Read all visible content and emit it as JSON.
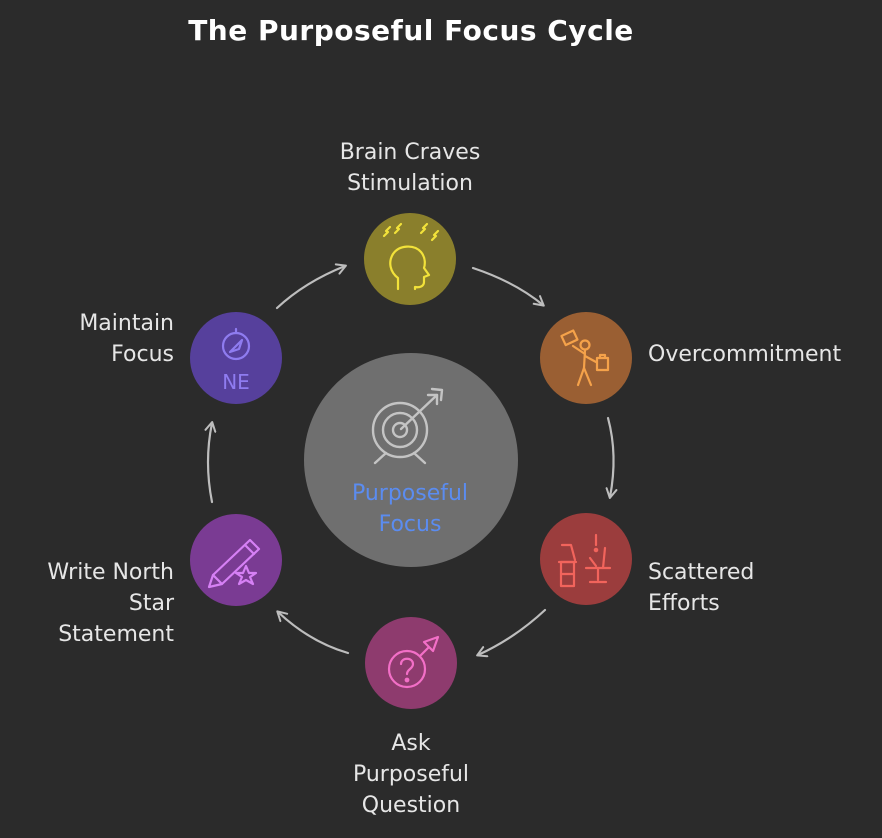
{
  "title": "The Purposeful Focus Cycle",
  "center": {
    "line1": "Purposeful",
    "line2": "Focus",
    "icon": "target-arrow-icon",
    "color": "#5b8cf0"
  },
  "steps": [
    {
      "lines": [
        "Brain Craves",
        "Stimulation"
      ],
      "icon": "head-lightning-icon",
      "fill": "#8a7f2c",
      "stroke": "#f2e23a"
    },
    {
      "lines": [
        "Overcommitment"
      ],
      "icon": "juggling-person-icon",
      "fill": "#9a5f33",
      "stroke": "#f5a24a"
    },
    {
      "lines": [
        "Scattered",
        "Efforts"
      ],
      "icon": "desk-chair-icon",
      "fill": "#9b3d3d",
      "stroke": "#f2645c"
    },
    {
      "lines": [
        "Ask",
        "Purposeful",
        "Question"
      ],
      "icon": "question-arrow-icon",
      "fill": "#8e3b6e",
      "stroke": "#f36fc7"
    },
    {
      "lines": [
        "Write North",
        "Star",
        "Statement"
      ],
      "icon": "pencil-star-icon",
      "fill": "#7a3b93",
      "stroke": "#d680f5"
    },
    {
      "lines": [
        "Maintain",
        "Focus"
      ],
      "icon": "compass-icon",
      "icon_text": "NE",
      "fill": "#56409c",
      "stroke": "#8f7cf0"
    }
  ],
  "colors": {
    "background": "#2b2b2b",
    "center_fill": "#6f6f6f",
    "arrow": "#bdbdbd"
  }
}
